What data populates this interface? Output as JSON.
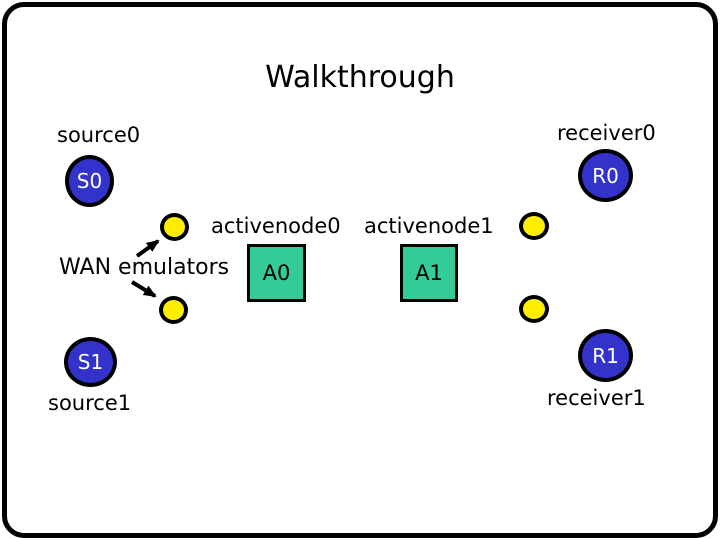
{
  "slide": {
    "title": "Walkthrough"
  },
  "colors": {
    "node_blue": "#3333cc",
    "active_teal": "#33cc99",
    "emulator_yellow": "#ffee00",
    "outline_black": "#000000",
    "node_text_white": "#ffffff",
    "background_white": "#ffffff"
  },
  "sources": [
    {
      "label": "source0",
      "node": "S0"
    },
    {
      "label": "source1",
      "node": "S1"
    }
  ],
  "receivers": [
    {
      "label": "receiver0",
      "node": "R0"
    },
    {
      "label": "receiver1",
      "node": "R1"
    }
  ],
  "active_nodes": [
    {
      "label": "activenode0",
      "node": "A0"
    },
    {
      "label": "activenode1",
      "node": "A1"
    }
  ],
  "wan": {
    "label": "WAN emulators",
    "emulator_count": 4
  }
}
